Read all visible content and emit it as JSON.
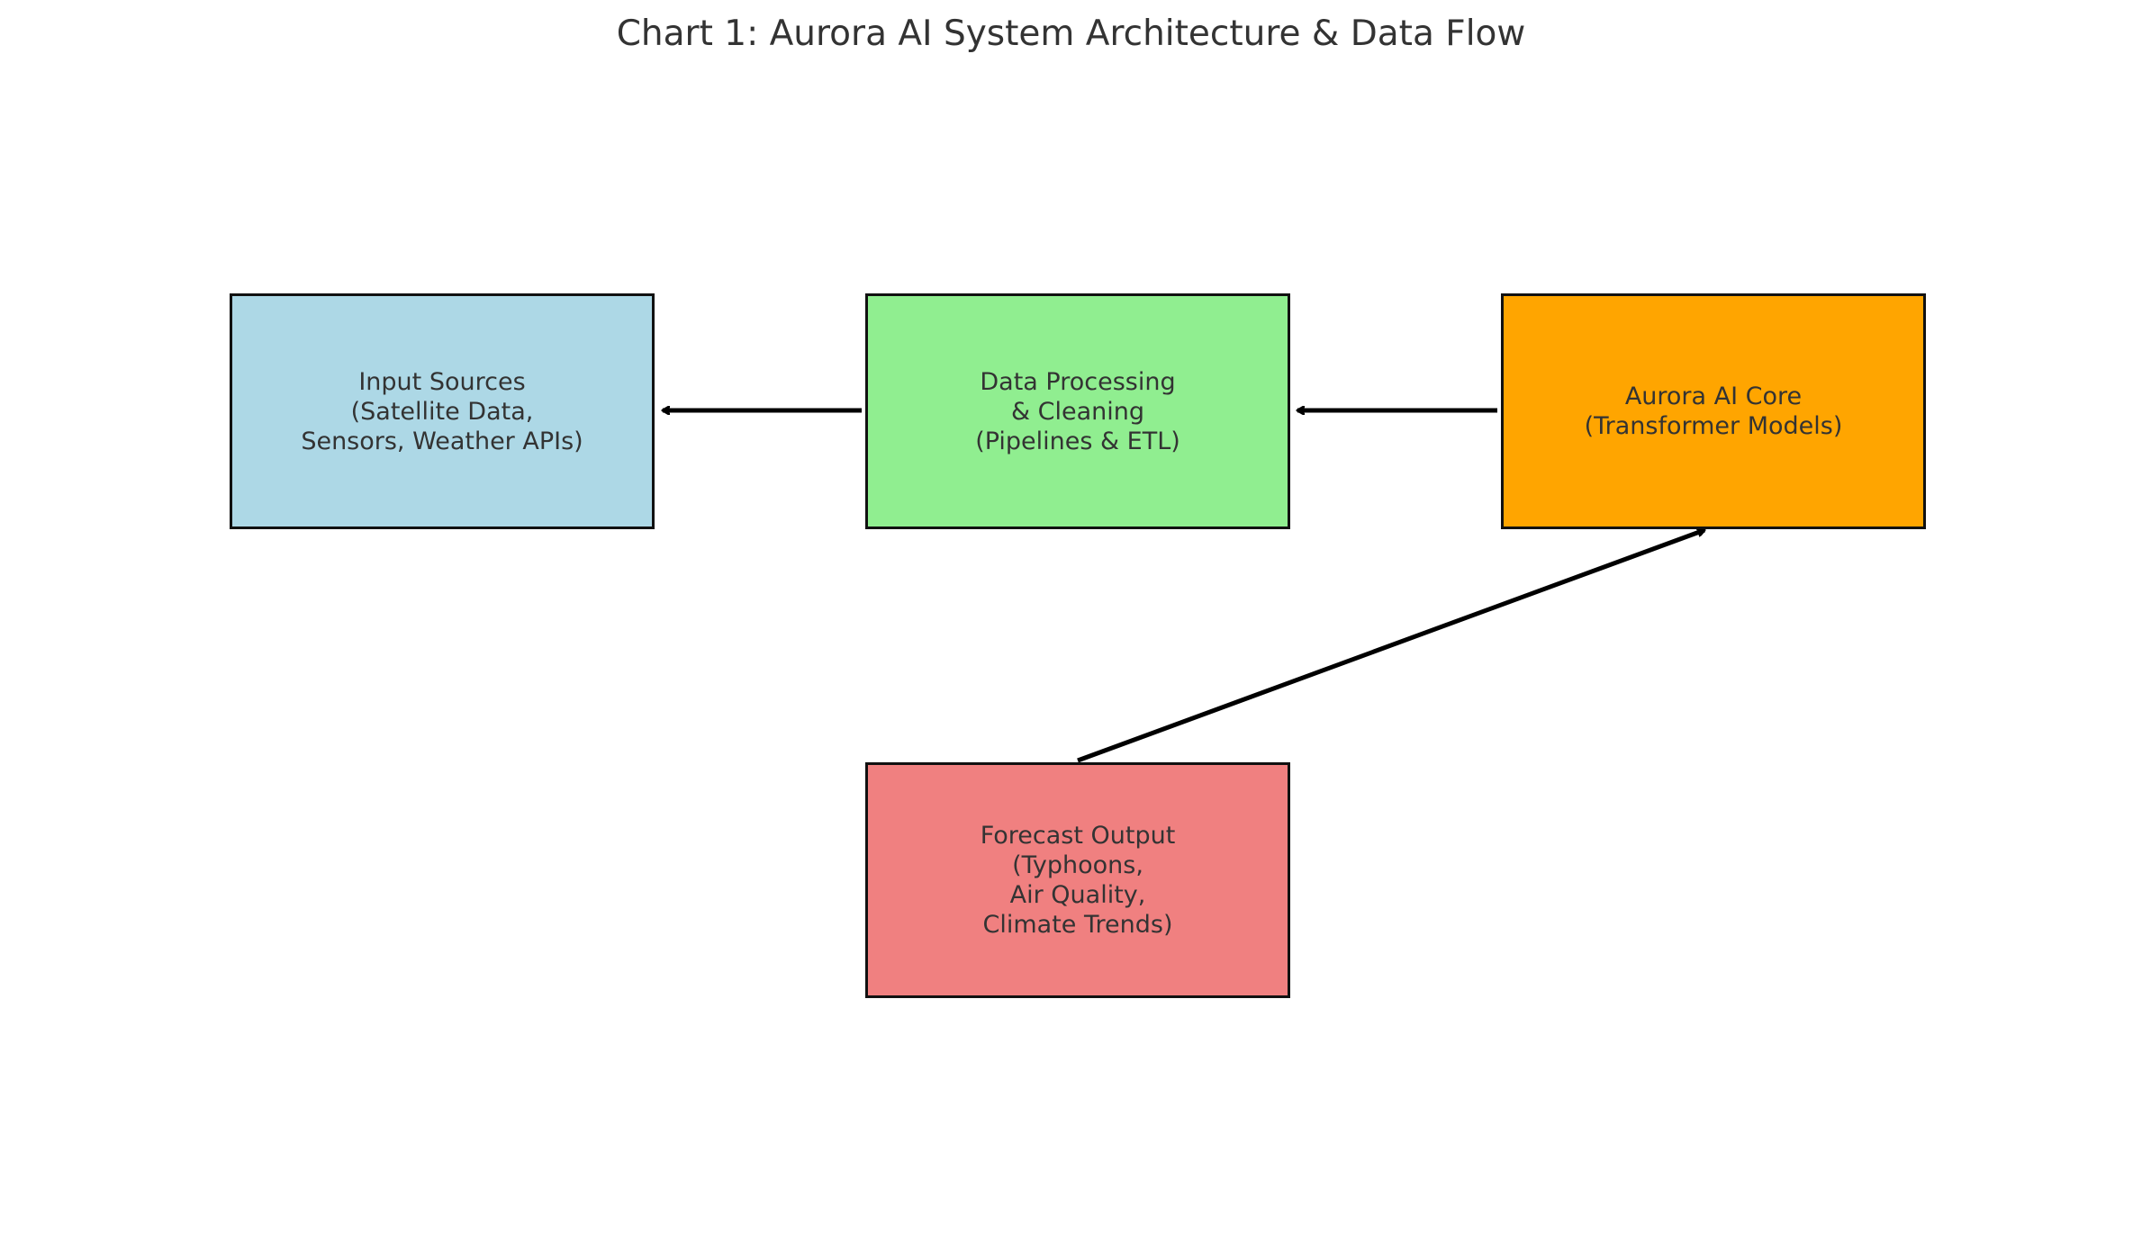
{
  "diagram": {
    "title": "Chart 1: Aurora AI System Architecture & Data Flow",
    "nodes": [
      {
        "id": "input",
        "label": "Input Sources\n(Satellite Data,\nSensors, Weather APIs)",
        "fill": "#add8e6"
      },
      {
        "id": "process",
        "label": "Data Processing\n& Cleaning\n(Pipelines & ETL)",
        "fill": "#90ee90"
      },
      {
        "id": "core",
        "label": "Aurora AI Core\n(Transformer Models)",
        "fill": "#ffa500"
      },
      {
        "id": "forecast",
        "label": "Forecast Output\n(Typhoons,\nAir Quality,\nClimate Trends)",
        "fill": "#f08080"
      }
    ],
    "edges": [
      {
        "from": "process",
        "to": "input"
      },
      {
        "from": "core",
        "to": "process"
      },
      {
        "from": "forecast",
        "to": "core"
      }
    ],
    "edge_color": "#000000"
  }
}
